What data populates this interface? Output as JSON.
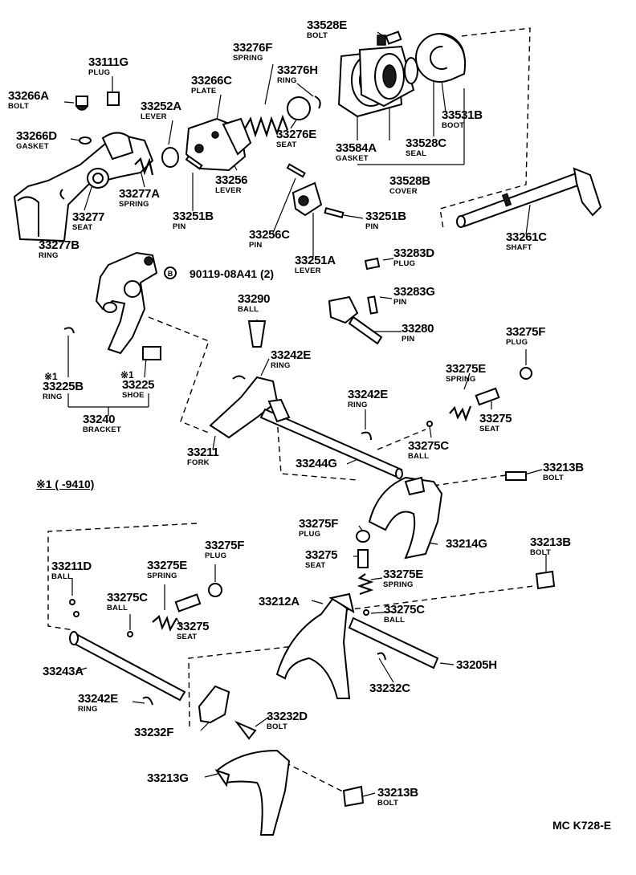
{
  "labels": [
    {
      "id": "33528E",
      "pn": "33528E",
      "nm": "BOLT"
    },
    {
      "id": "33276F",
      "pn": "33276F",
      "nm": "SPRING"
    },
    {
      "id": "33111G",
      "pn": "33111G",
      "nm": "PLUG"
    },
    {
      "id": "33276H",
      "pn": "33276H",
      "nm": "RING"
    },
    {
      "id": "33266A",
      "pn": "33266A",
      "nm": "BOLT"
    },
    {
      "id": "33266C",
      "pn": "33266C",
      "nm": "PLATE"
    },
    {
      "id": "33252A",
      "pn": "33252A",
      "nm": "LEVER"
    },
    {
      "id": "33531B",
      "pn": "33531B",
      "nm": "BOOT"
    },
    {
      "id": "33266D",
      "pn": "33266D",
      "nm": "GASKET"
    },
    {
      "id": "33276E",
      "pn": "33276E",
      "nm": "SEAT"
    },
    {
      "id": "33584A",
      "pn": "33584A",
      "nm": "GASKET"
    },
    {
      "id": "33528C",
      "pn": "33528C",
      "nm": "SEAL"
    },
    {
      "id": "33256",
      "pn": "33256",
      "nm": "LEVER"
    },
    {
      "id": "33528B",
      "pn": "33528B",
      "nm": "COVER"
    },
    {
      "id": "33277A",
      "pn": "33277A",
      "nm": "SPRING"
    },
    {
      "id": "33277",
      "pn": "33277",
      "nm": "SEAT"
    },
    {
      "id": "33251B-a",
      "pn": "33251B",
      "nm": "PIN"
    },
    {
      "id": "33251B-b",
      "pn": "33251B",
      "nm": "PIN"
    },
    {
      "id": "33256C",
      "pn": "33256C",
      "nm": "PIN"
    },
    {
      "id": "33261C",
      "pn": "33261C",
      "nm": "SHAFT"
    },
    {
      "id": "33277B",
      "pn": "33277B",
      "nm": "RING"
    },
    {
      "id": "33251A",
      "pn": "33251A",
      "nm": "LEVER"
    },
    {
      "id": "33283D",
      "pn": "33283D",
      "nm": "PLUG"
    },
    {
      "id": "33283G",
      "pn": "33283G",
      "nm": "PIN"
    },
    {
      "id": "33290",
      "pn": "33290",
      "nm": "BALL"
    },
    {
      "id": "33280",
      "pn": "33280",
      "nm": "PIN"
    },
    {
      "id": "33275F-a",
      "pn": "33275F",
      "nm": "PLUG"
    },
    {
      "id": "33242E-a",
      "pn": "33242E",
      "nm": "RING"
    },
    {
      "id": "33275E-a",
      "pn": "33275E",
      "nm": "SPRING"
    },
    {
      "id": "33225B",
      "pn": "33225B",
      "nm": "RING"
    },
    {
      "id": "33225",
      "pn": "33225",
      "nm": "SHOE"
    },
    {
      "id": "33242E-b",
      "pn": "33242E",
      "nm": "RING"
    },
    {
      "id": "33275-a",
      "pn": "33275",
      "nm": "SEAT"
    },
    {
      "id": "33240",
      "pn": "33240",
      "nm": "BRACKET"
    },
    {
      "id": "33275C-a",
      "pn": "33275C",
      "nm": "BALL"
    },
    {
      "id": "33211",
      "pn": "33211",
      "nm": "FORK"
    },
    {
      "id": "33244G",
      "pn": "33244G",
      "nm": ""
    },
    {
      "id": "33213B-a",
      "pn": "33213B",
      "nm": "BOLT"
    },
    {
      "id": "33275F-b",
      "pn": "33275F",
      "nm": "PLUG"
    },
    {
      "id": "33214G",
      "pn": "33214G",
      "nm": ""
    },
    {
      "id": "33275-b",
      "pn": "33275",
      "nm": "SEAT"
    },
    {
      "id": "33213B-b",
      "pn": "33213B",
      "nm": "BOLT"
    },
    {
      "id": "33275E-b",
      "pn": "33275E",
      "nm": "SPRING"
    },
    {
      "id": "33211D",
      "pn": "33211D",
      "nm": "BALL"
    },
    {
      "id": "33275F-c",
      "pn": "33275F",
      "nm": "PLUG"
    },
    {
      "id": "33275E-c",
      "pn": "33275E",
      "nm": "SPRING"
    },
    {
      "id": "33275C-b",
      "pn": "33275C",
      "nm": "BALL"
    },
    {
      "id": "33212A",
      "pn": "33212A",
      "nm": ""
    },
    {
      "id": "33275C-c",
      "pn": "33275C",
      "nm": "BALL"
    },
    {
      "id": "33275-c",
      "pn": "33275",
      "nm": "SEAT"
    },
    {
      "id": "33205H",
      "pn": "33205H",
      "nm": ""
    },
    {
      "id": "33243A",
      "pn": "33243A",
      "nm": ""
    },
    {
      "id": "33232C",
      "pn": "33232C",
      "nm": ""
    },
    {
      "id": "33242E-c",
      "pn": "33242E",
      "nm": "RING"
    },
    {
      "id": "33232D",
      "pn": "33232D",
      "nm": "BOLT"
    },
    {
      "id": "33232F",
      "pn": "33232F",
      "nm": ""
    },
    {
      "id": "33213G",
      "pn": "33213G",
      "nm": ""
    },
    {
      "id": "33213B-c",
      "pn": "33213B",
      "nm": "BOLT"
    }
  ],
  "notes": {
    "bolt_ref": "90119-08A41 (2)",
    "bolt_ref_marker": "B",
    "mark_225b": "※1",
    "mark_225": "※1",
    "footnote": "※1 (      -9410)",
    "diagram_code": "MC K728-E"
  }
}
